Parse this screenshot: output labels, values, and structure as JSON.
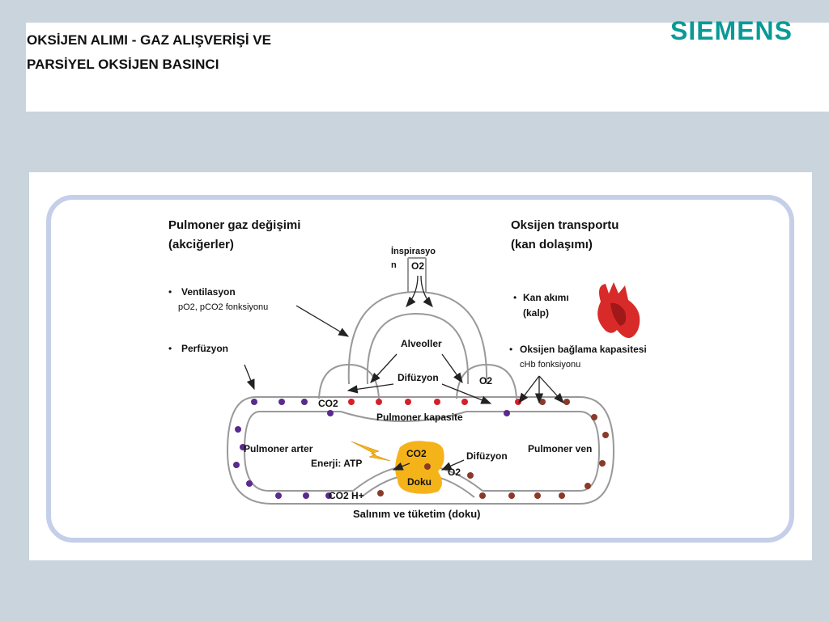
{
  "header": {
    "title_line1": "OKSİJEN ALIMI - GAZ ALIŞVERİŞİ VE",
    "title_line2": "PARSİYEL OKSİJEN BASINCI",
    "logo": "SIEMENS"
  },
  "colors": {
    "background": "#c9d4dc",
    "brand": "#0a9a96",
    "frame": "#c5cfe9",
    "dot_red": "#d51f2a",
    "dot_purple": "#5a2a8c",
    "dot_brown": "#8a3a2a",
    "tissue": "#f5b31a"
  },
  "diagram": {
    "left_heading_1": "Pulmoner gaz değişimi",
    "left_heading_2": "(akciğerler)",
    "right_heading_1": "Oksijen transportu",
    "right_heading_2": "(kan dolaşımı)",
    "inspiration_1": "İnspirasyo",
    "inspiration_2": "n",
    "o2_top": "O2",
    "ventilation": "Ventilasyon",
    "ventilation_sub": "pO2, pCO2 fonksiyonu",
    "perfusion": "Perfüzyon",
    "blood_flow": "Kan akımı",
    "blood_flow_sub": "(kalp)",
    "binding": "Oksijen bağlama kapasitesi",
    "binding_sub": "cHb fonksiyonu",
    "alveoli": "Alveoller",
    "diffusion_top": "Difüzyon",
    "co2_left": "CO2",
    "o2_right": "O2",
    "capillary": "Pulmoner kapasite",
    "artery": "Pulmoner arter",
    "vein": "Pulmoner ven",
    "energy": "Enerji: ATP",
    "co2_tissue": "CO2",
    "o2_tissue": "O2",
    "diffusion_bottom": "Difüzyon",
    "tissue": "Doku",
    "co2_h": "CO2 H+",
    "release": "Salınım ve tüketim (doku)",
    "icons": [
      "heart-icon",
      "lightning-icon",
      "bullet-icon"
    ]
  }
}
